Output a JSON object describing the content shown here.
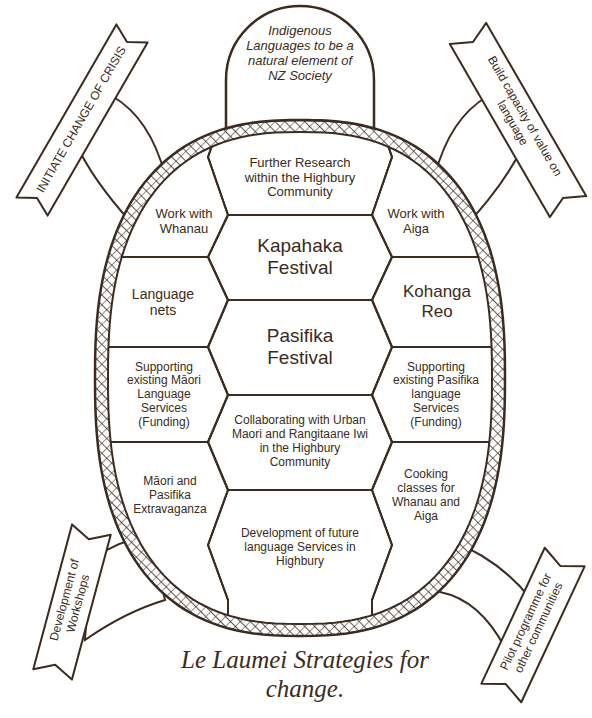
{
  "diagram": {
    "title": "Le Laumei Strategies for change.",
    "nodes": [
      {
        "text": [
          "Indigenous Languages to be a natural element of NZ Society"
        ]
      },
      {
        "text": [
          "INITIATE CHANGE OF CRISIS"
        ]
      },
      {
        "text": [
          "Build capacity of value on language"
        ]
      },
      {
        "text": [
          "Further Research within the Highbury Community"
        ]
      },
      {
        "text": [
          "Work with Whanau"
        ]
      },
      {
        "text": [
          "Kapahaka Festival"
        ]
      },
      {
        "text": [
          "Work with Aiga"
        ]
      },
      {
        "text": [
          "Language nets"
        ]
      },
      {
        "text": [
          "Kohanga Reo"
        ]
      },
      {
        "text": [
          "Pasifika Festival"
        ]
      },
      {
        "text": [
          "Supporting existing Māori Language Services (Funding)"
        ]
      },
      {
        "text": [
          "Supporting existing Pasifika language Services (Funding)"
        ]
      },
      {
        "text": [
          "Collaborating with Urban Maori and Rangitaane Iwi in the Highbury Community"
        ]
      },
      {
        "text": [
          "Māori and Pasifika Extravaganza"
        ]
      },
      {
        "text": [
          "Cooking classes for Whanau and Aiga"
        ]
      },
      {
        "text": [
          "Development of future language Services in Highbury"
        ]
      },
      {
        "text": [
          "Development of Workshops"
        ]
      },
      {
        "text": [
          "Pilot programme for other communities"
        ]
      }
    ]
  }
}
